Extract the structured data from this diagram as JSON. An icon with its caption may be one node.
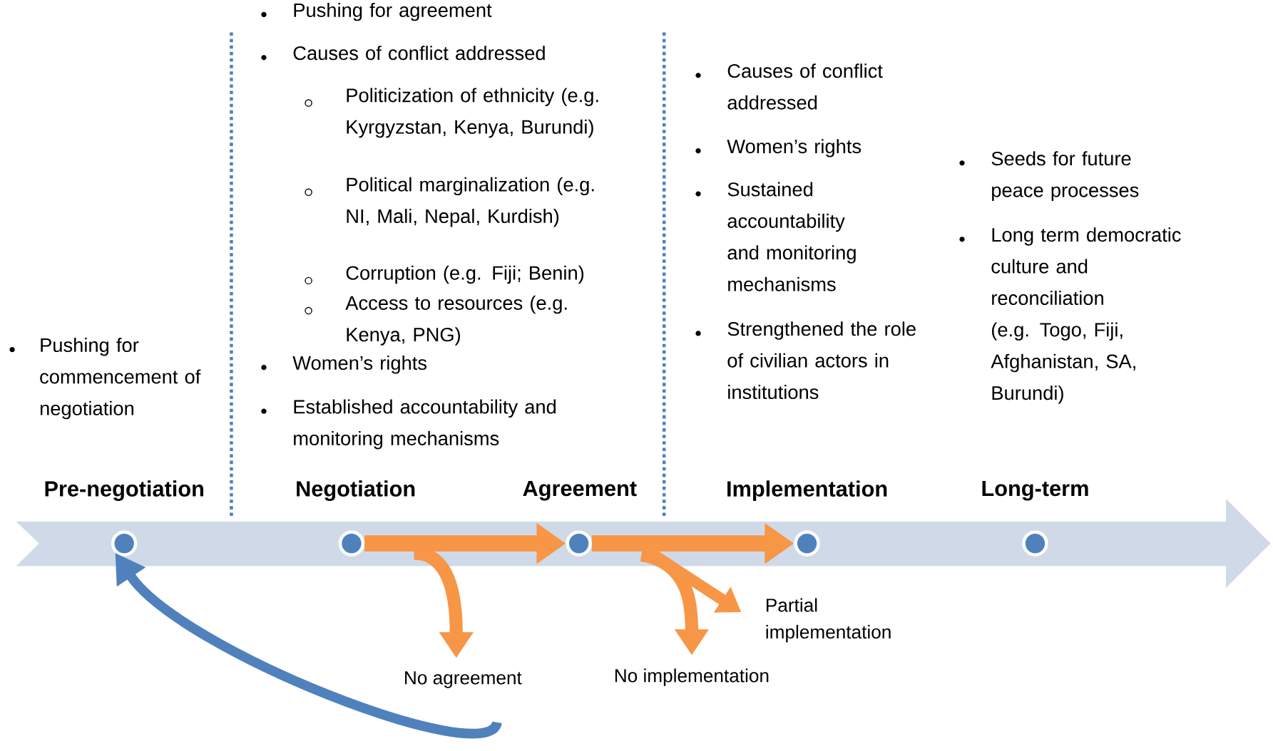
{
  "diagram": {
    "nodes": [
      {
        "text": [
          "Pre-negotiation"
        ]
      },
      {
        "text": [
          "Negotiation"
        ]
      },
      {
        "text": [
          "Agreement"
        ]
      },
      {
        "text": [
          "Implementation"
        ]
      },
      {
        "text": [
          "Long-term"
        ]
      },
      {
        "text": [],
        "shape": "circle"
      },
      {
        "text": [],
        "shape": "circle"
      },
      {
        "text": [],
        "shape": "circle"
      },
      {
        "text": [],
        "shape": "circle"
      },
      {
        "text": [],
        "shape": "circle"
      },
      {
        "text": [
          "No agreement"
        ]
      },
      {
        "text": [
          "Partial implementation"
        ]
      },
      {
        "text": [
          "No implementation"
        ]
      }
    ],
    "edges": [
      {
        "from": 6,
        "to": 7,
        "arrow": "to"
      },
      {
        "from": null,
        "to": 10,
        "arrow": "to"
      },
      {
        "from": 7,
        "to": 8,
        "arrow": "to"
      },
      {
        "from": null,
        "to": 12,
        "arrow": "to"
      },
      {
        "from": null,
        "to": 11,
        "arrow": "to"
      },
      {
        "from": 10,
        "to": 5,
        "arrow": "to",
        "color": "#4f81bd"
      }
    ],
    "labels": [
      "Pushing for commencement of negotiation",
      "Pushing for agreement",
      "Causes of conflict addressed",
      "Politicization of ethnicity (e.g. Kyrgyzstan, Kenya, Burundi)",
      "Political marginalization (e.g. NI, Mali, Nepal, Kurdish)",
      "Corruption (e.g. Fiji; Benin)",
      "Access to resources  (e.g. Kenya, PNG)",
      "Women’s rights",
      "Established accountability and monitoring mechanisms",
      "Causes of conflict addressed",
      "Women’s rights",
      "Sustained accountability and monitoring mechanisms",
      "Strengthened the role of civilian actors in institutions",
      "Seeds for future peace processes",
      "Long term democratic culture and reconciliation (e.g. Togo, Fiji, Afghanistan, SA, Burundi)"
    ]
  }
}
